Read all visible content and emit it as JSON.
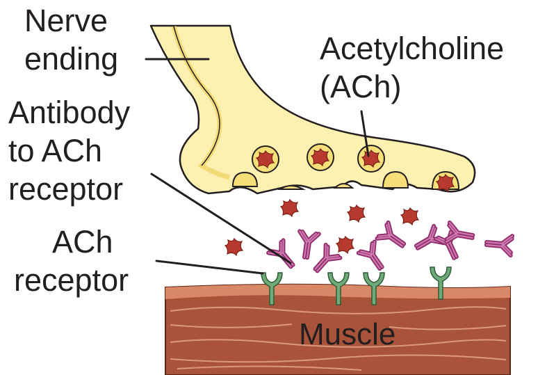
{
  "labels": {
    "nerve_ending_line1": "Nerve",
    "nerve_ending_line2": "ending",
    "acetylcholine_line1": "Acetylcholine",
    "acetylcholine_line2": "(ACh)",
    "antibody_line1": "Antibody",
    "antibody_line2": "to ACh",
    "antibody_line3": "receptor",
    "ach_receptor_line1": "ACh",
    "ach_receptor_line2": "receptor",
    "muscle": "Muscle"
  },
  "colors": {
    "nerve_fill": "#fdf1b1",
    "nerve_inner": "#f7df78",
    "nerve_outline": "#231f20",
    "ach_molecule": "#b83a2e",
    "antibody": "#b24c8d",
    "receptor": "#5e9c6b",
    "muscle_top": "#d88767",
    "muscle_body": "#a9533a",
    "muscle_lines": "#e6a58a"
  },
  "icons": {
    "ach_molecule": "ach-molecule-icon",
    "antibody": "antibody-icon",
    "receptor": "ach-receptor-icon",
    "vesicle": "synaptic-vesicle-icon"
  }
}
